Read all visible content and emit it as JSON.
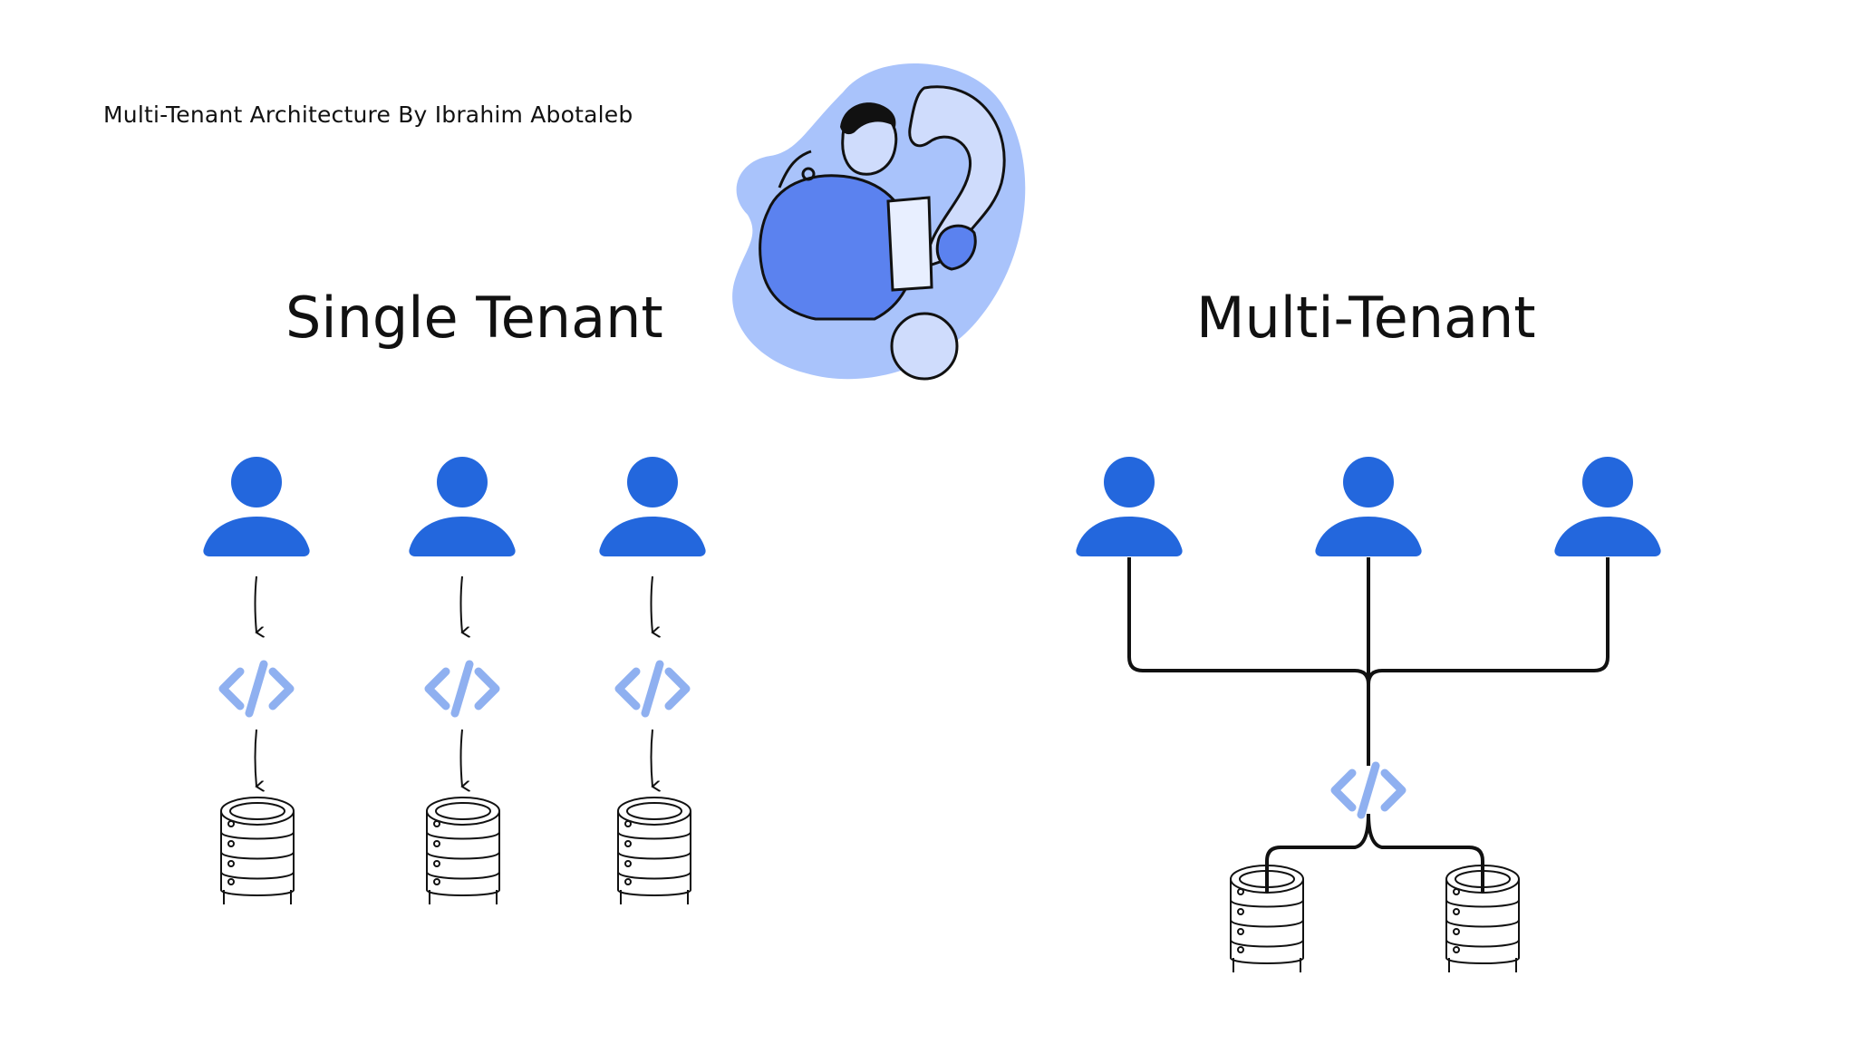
{
  "header": {
    "credit": "Multi-Tenant Architecture By Ibrahim Abotaleb"
  },
  "sections": {
    "single": {
      "title": "Single Tenant",
      "user_count": 3,
      "app_count": 3,
      "database_count": 3
    },
    "multi": {
      "title": "Multi-Tenant",
      "user_count": 3,
      "app_count": 1,
      "database_count": 2
    }
  },
  "icons": {
    "user": "user-icon",
    "app": "code-icon",
    "database": "database-icon",
    "illustration": "person-question-mark-illustration"
  },
  "colors": {
    "user": "#2367dd",
    "code": "#8fb0f0",
    "line": "#111111",
    "blob_light": "#a9c3fb",
    "blob_dark": "#5b82ef"
  }
}
